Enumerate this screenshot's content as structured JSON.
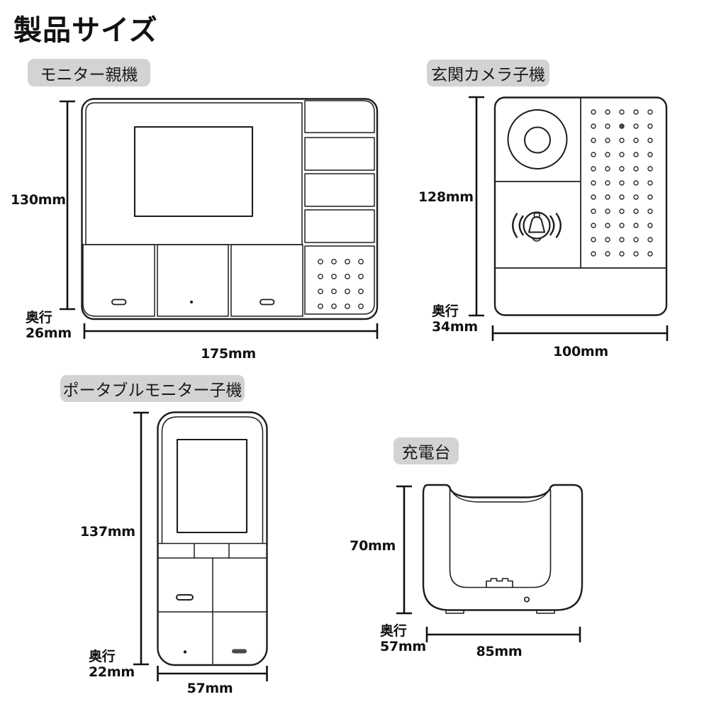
{
  "title": "製品サイズ",
  "units": {
    "monitor": {
      "label": "モニター親機",
      "height": "130mm",
      "width": "175mm",
      "depth_label": "奥行",
      "depth": "26mm"
    },
    "camera": {
      "label": "玄関カメラ子機",
      "height": "128mm",
      "width": "100mm",
      "depth_label": "奥行",
      "depth": "34mm"
    },
    "portable": {
      "label": "ポータブルモニター子機",
      "height": "137mm",
      "width": "57mm",
      "depth_label": "奥行",
      "depth": "22mm"
    },
    "charger": {
      "label": "充電台",
      "height": "70mm",
      "width": "85mm",
      "depth_label": "奥行",
      "depth": "57mm"
    }
  },
  "colors": {
    "background": "#ffffff",
    "line": "#1d1d1d",
    "chip_background": "#d3d3d3",
    "text": "#111111"
  }
}
